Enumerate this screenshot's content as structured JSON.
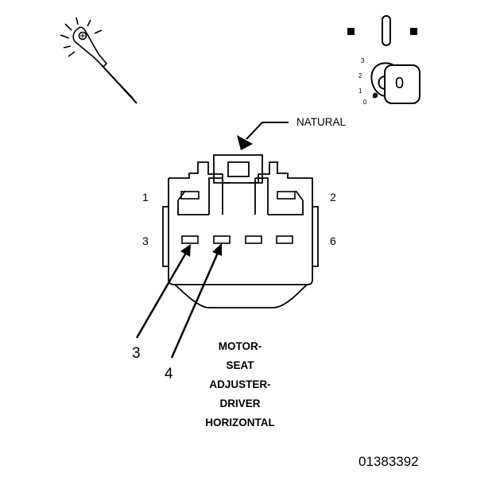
{
  "labels": {
    "natural": "NATURAL",
    "pin_1": "1",
    "pin_2": "2",
    "pin_3": "3",
    "pin_6": "6",
    "callout_3": "3",
    "callout_4": "4",
    "ignition_pos_3": "3",
    "ignition_pos_2": "2",
    "ignition_pos_1": "1",
    "ignition_pos_0": "0",
    "key_label": "0",
    "figure_id": "01383392"
  },
  "caption": {
    "line1": "MOTOR-",
    "line2": "SEAT",
    "line3": "ADJUSTER-",
    "line4": "DRIVER",
    "line5": "HORIZONTAL"
  },
  "colors": {
    "ink": "#000000",
    "background": "#ffffff"
  },
  "icons": [
    "test-light-probe-icon",
    "ignition-key-icon",
    "key-off-position-icon"
  ]
}
